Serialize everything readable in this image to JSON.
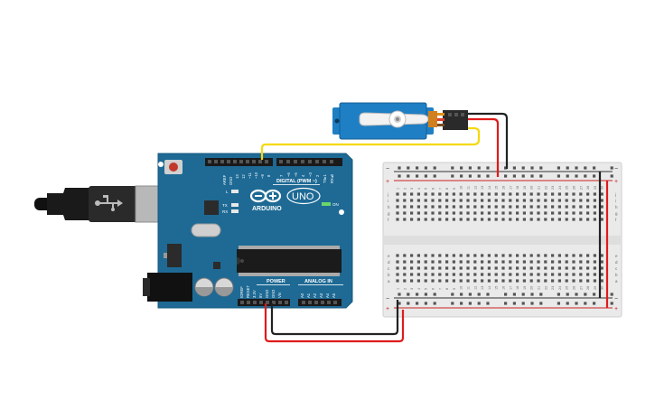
{
  "arduino": {
    "logo_text": "ARDUINO",
    "model": "UNO",
    "digital_label": "DIGITAL (PWM ~)",
    "power_label": "POWER",
    "analog_label": "ANALOG IN",
    "on_label": "ON",
    "tx_label": "TX",
    "rx_label": "RX",
    "l_label": "L",
    "digital_pins": [
      "AREF",
      "GND",
      "13",
      "12",
      "~11",
      "~10",
      "~9",
      "8",
      "7",
      "~6",
      "~5",
      "4",
      "~3",
      "2",
      "TX▸1",
      "RX◂0"
    ],
    "power_pins": [
      "IOREF",
      "RESET",
      "3.3V",
      "5V",
      "GND",
      "GND",
      "Vin"
    ],
    "analog_pins": [
      "A0",
      "A1",
      "A2",
      "A3",
      "A4",
      "A5"
    ]
  },
  "breadboard": {
    "columns": [
      "1",
      "2",
      "3",
      "4",
      "5",
      "6",
      "7",
      "8",
      "9",
      "10",
      "11",
      "12",
      "13",
      "14",
      "15",
      "16",
      "17",
      "18",
      "19",
      "20",
      "21",
      "22",
      "23",
      "24",
      "25",
      "26",
      "27",
      "28",
      "29",
      "30"
    ],
    "rows_top": [
      "j",
      "i",
      "h",
      "g",
      "f"
    ],
    "rows_bottom": [
      "e",
      "d",
      "c",
      "b",
      "a"
    ],
    "rail_minus": "−",
    "rail_plus": "+"
  },
  "wires": {
    "signal_color": "#f5d90a",
    "power_color": "#e01b1b",
    "ground_color": "#222222"
  },
  "colors": {
    "board": "#1e6a95",
    "board_dark": "#15516f",
    "servo": "#1f7fc4"
  }
}
